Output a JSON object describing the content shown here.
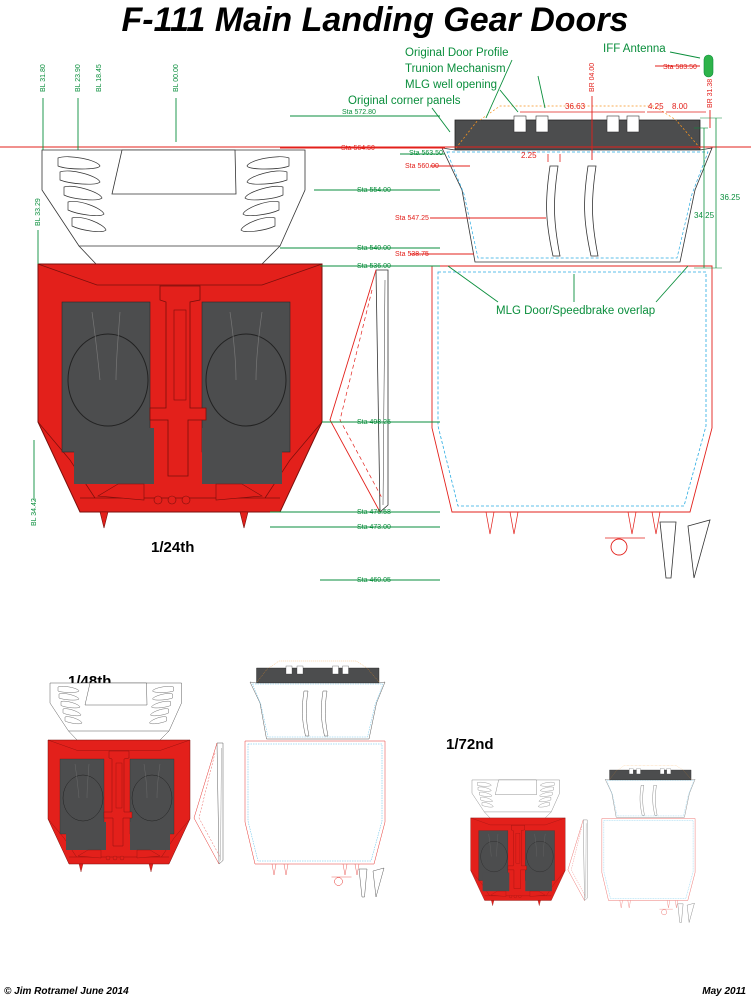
{
  "title": "F-111 Main Landing Gear Doors",
  "colors": {
    "red": "#e3201b",
    "gray": "#4c4d4e",
    "green": "#0a8e3c",
    "linered": "#e3201b",
    "cyan": "#29abe2",
    "orange": "#f7931e"
  },
  "callouts": {
    "original_door_profile": "Original Door Profile",
    "trunion_mechanism": "Trunion Mechanism",
    "mlg_well_opening": "MLG well opening",
    "original_corner_panels": "Original corner panels",
    "iff_antenna": "IFF Antenna",
    "mlg_overlap": "MLG Door/Speedbrake overlap"
  },
  "buttock_lines": {
    "bl_31_80": "BL 31.80",
    "bl_23_90": "BL 23.90",
    "bl_18_45": "BL 18.45",
    "bl_00_00": "BL 00.00",
    "bl_33_29": "BL 33.29",
    "bl_34_42": "BL 34.42",
    "br_04_00": "BR 04.00",
    "br_31_38": "BR 31.38"
  },
  "stations": {
    "sta_583_50": "Sta 583.50",
    "sta_572_80": "Sta 572.80",
    "sta_564_50": "Sta 564.50",
    "sta_563_50": "Sta 563.50",
    "sta_560_00": "Sta 560.00",
    "sta_554_00": "Sta 554.00",
    "sta_547_25": "Sta 547.25",
    "sta_540_00": "Sta 540.00",
    "sta_538_75": "Sta 538.75",
    "sta_536_00": "Sta 536.00",
    "sta_498_25": "Sta 498.25",
    "sta_476_58": "Sta 476.58",
    "sta_473_00": "Sta 473.00",
    "sta_460_05": "Sta 460.05"
  },
  "dimensions": {
    "d_36_63": "36.63",
    "d_4_25": "4.25",
    "d_8_00": "8.00",
    "d_2_25": "2.25",
    "d_36_25": "36.25",
    "d_34_25": "34.25"
  },
  "scales": {
    "s24": "1/24th",
    "s48": "1/48th",
    "s72": "1/72nd"
  },
  "footer": {
    "left": "© Jim Rotramel June 2014",
    "right": "May 2011"
  }
}
